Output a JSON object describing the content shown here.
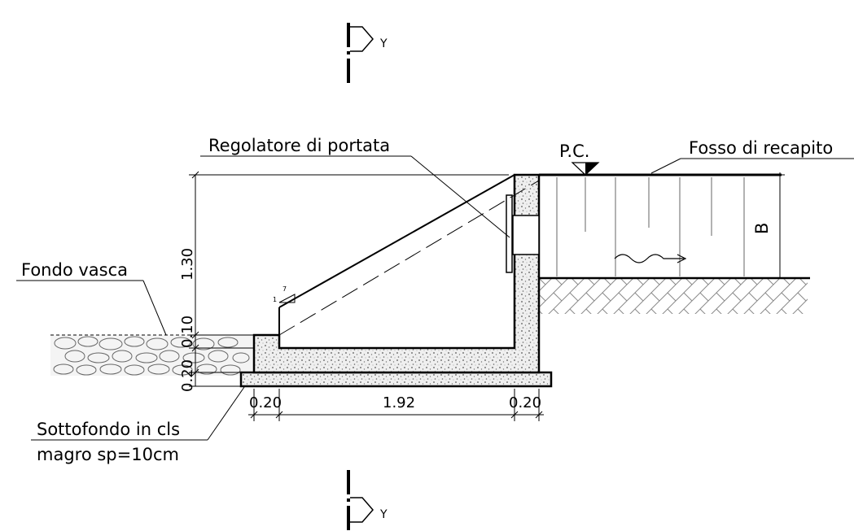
{
  "section_marks": {
    "top": {
      "letter": "Y"
    },
    "bottom": {
      "letter": "Y"
    }
  },
  "labels": {
    "regolatore": "Regolatore di portata",
    "pc": "P.C.",
    "fosso": "Fosso di recapito",
    "fondo": "Fondo vasca",
    "sottofondo_1": "Sottofondo in cls",
    "sottofondo_2": "magro sp=10cm",
    "b": "B",
    "slope_1": "1",
    "slope_7": "7"
  },
  "dimensions": {
    "height": "1.30",
    "floor_top": "0.10",
    "floor_bottom": "0.20",
    "wall_left": "0.20",
    "width": "1.92",
    "wall_right": "0.20"
  },
  "colors": {
    "line": "#000000",
    "concrete": "#c9c9c9",
    "gravel": "#e6e6e6"
  }
}
